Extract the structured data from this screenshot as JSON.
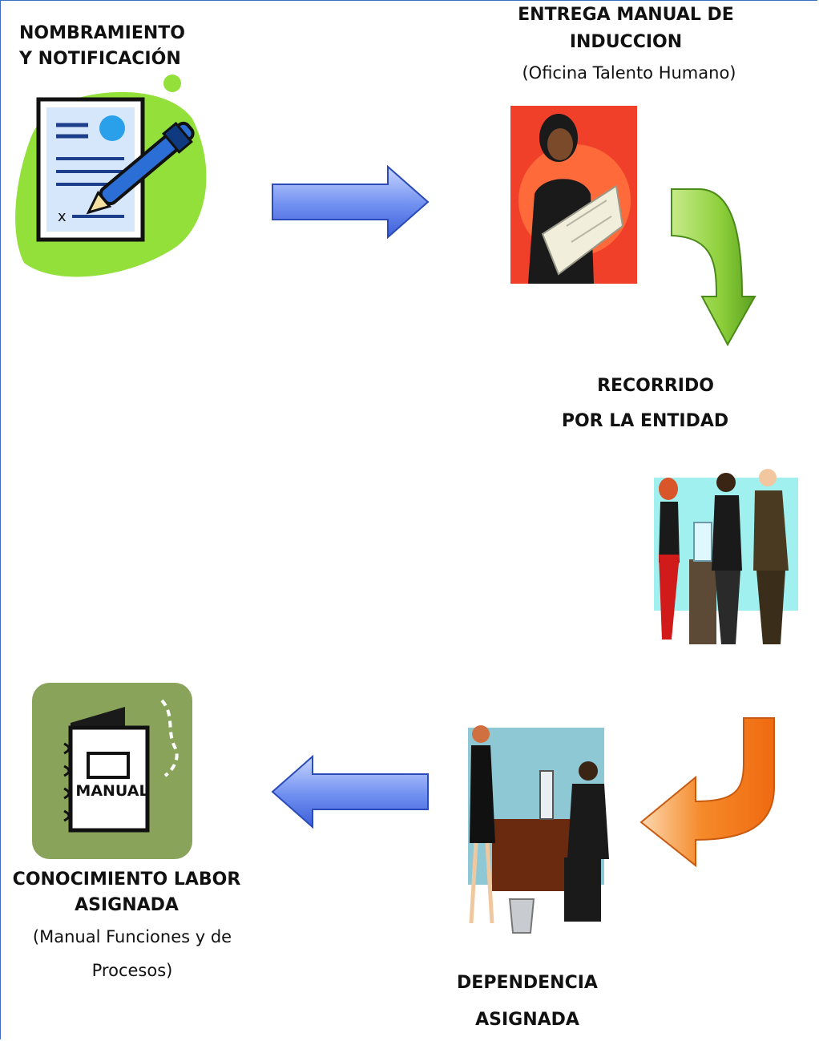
{
  "steps": {
    "nombramiento": {
      "line1": "NOMBRAMIENTO",
      "line2": "Y NOTIFICACIÓN"
    },
    "entrega": {
      "line1": "ENTREGA MANUAL DE",
      "line2": "INDUCCION",
      "sub": "(Oficina Talento Humano)"
    },
    "recorrido": {
      "line1": "RECORRIDO",
      "line2": "POR LA ENTIDAD"
    },
    "dependencia": {
      "line1": "DEPENDENCIA",
      "line2": "ASIGNADA"
    },
    "conocimiento": {
      "line1": "CONOCIMIENTO LABOR",
      "line2": "ASIGNADA",
      "sub1": "(Manual Funciones y de",
      "sub2": "Procesos)"
    }
  },
  "manual_icon_text": "MANUAL",
  "colors": {
    "frame": "#3f6fbf",
    "blue_arrow": "#6f8ff0",
    "green_arrow": "#8ccf3a",
    "orange_arrow": "#f58a2a",
    "doc_bg": "#93e03a",
    "manual_bg": "#8aa35a",
    "reader_bg": "#f0402a"
  }
}
